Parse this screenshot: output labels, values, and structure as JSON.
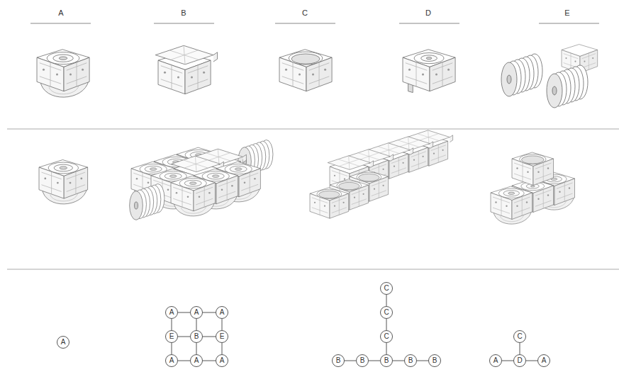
{
  "diagram": {
    "nodes": [
      {
        "text": [
          "A"
        ]
      },
      {
        "text": [
          "A"
        ]
      },
      {
        "text": [
          "A"
        ]
      },
      {
        "text": [
          "A"
        ]
      },
      {
        "text": [
          "E"
        ]
      },
      {
        "text": [
          "B"
        ]
      },
      {
        "text": [
          "E"
        ]
      },
      {
        "text": [
          "A"
        ]
      },
      {
        "text": [
          "A"
        ]
      },
      {
        "text": [
          "A"
        ]
      },
      {
        "text": [
          "C"
        ]
      },
      {
        "text": [
          "C"
        ]
      },
      {
        "text": [
          "C"
        ]
      },
      {
        "text": [
          "B"
        ]
      },
      {
        "text": [
          "B"
        ]
      },
      {
        "text": [
          "B"
        ]
      },
      {
        "text": [
          "B"
        ]
      },
      {
        "text": [
          "B"
        ]
      },
      {
        "text": [
          "C"
        ]
      },
      {
        "text": [
          "A"
        ]
      },
      {
        "text": [
          "D"
        ]
      },
      {
        "text": [
          "A"
        ]
      }
    ],
    "edges": [
      {
        "from": 1,
        "to": 2,
        "arrow": "none"
      },
      {
        "from": 2,
        "to": 3,
        "arrow": "none"
      },
      {
        "from": 4,
        "to": 5,
        "arrow": "none"
      },
      {
        "from": 5,
        "to": 6,
        "arrow": "none"
      },
      {
        "from": 7,
        "to": 8,
        "arrow": "none"
      },
      {
        "from": 8,
        "to": 9,
        "arrow": "none"
      },
      {
        "from": 1,
        "to": 4,
        "arrow": "none"
      },
      {
        "from": 4,
        "to": 7,
        "arrow": "none"
      },
      {
        "from": 2,
        "to": 5,
        "arrow": "none"
      },
      {
        "from": 5,
        "to": 8,
        "arrow": "none"
      },
      {
        "from": 3,
        "to": 6,
        "arrow": "none"
      },
      {
        "from": 6,
        "to": 9,
        "arrow": "none"
      },
      {
        "from": 10,
        "to": 11,
        "arrow": "none"
      },
      {
        "from": 11,
        "to": 12,
        "arrow": "none"
      },
      {
        "from": 12,
        "to": 15,
        "arrow": "none"
      },
      {
        "from": 13,
        "to": 14,
        "arrow": "none"
      },
      {
        "from": 14,
        "to": 15,
        "arrow": "none"
      },
      {
        "from": 15,
        "to": 16,
        "arrow": "none"
      },
      {
        "from": 16,
        "to": 17,
        "arrow": "none"
      },
      {
        "from": 18,
        "to": 20,
        "arrow": "none"
      },
      {
        "from": 19,
        "to": 20,
        "arrow": "none"
      },
      {
        "from": 20,
        "to": 21,
        "arrow": "none"
      }
    ],
    "labels": [
      "A",
      "B",
      "C",
      "D",
      "E"
    ]
  }
}
